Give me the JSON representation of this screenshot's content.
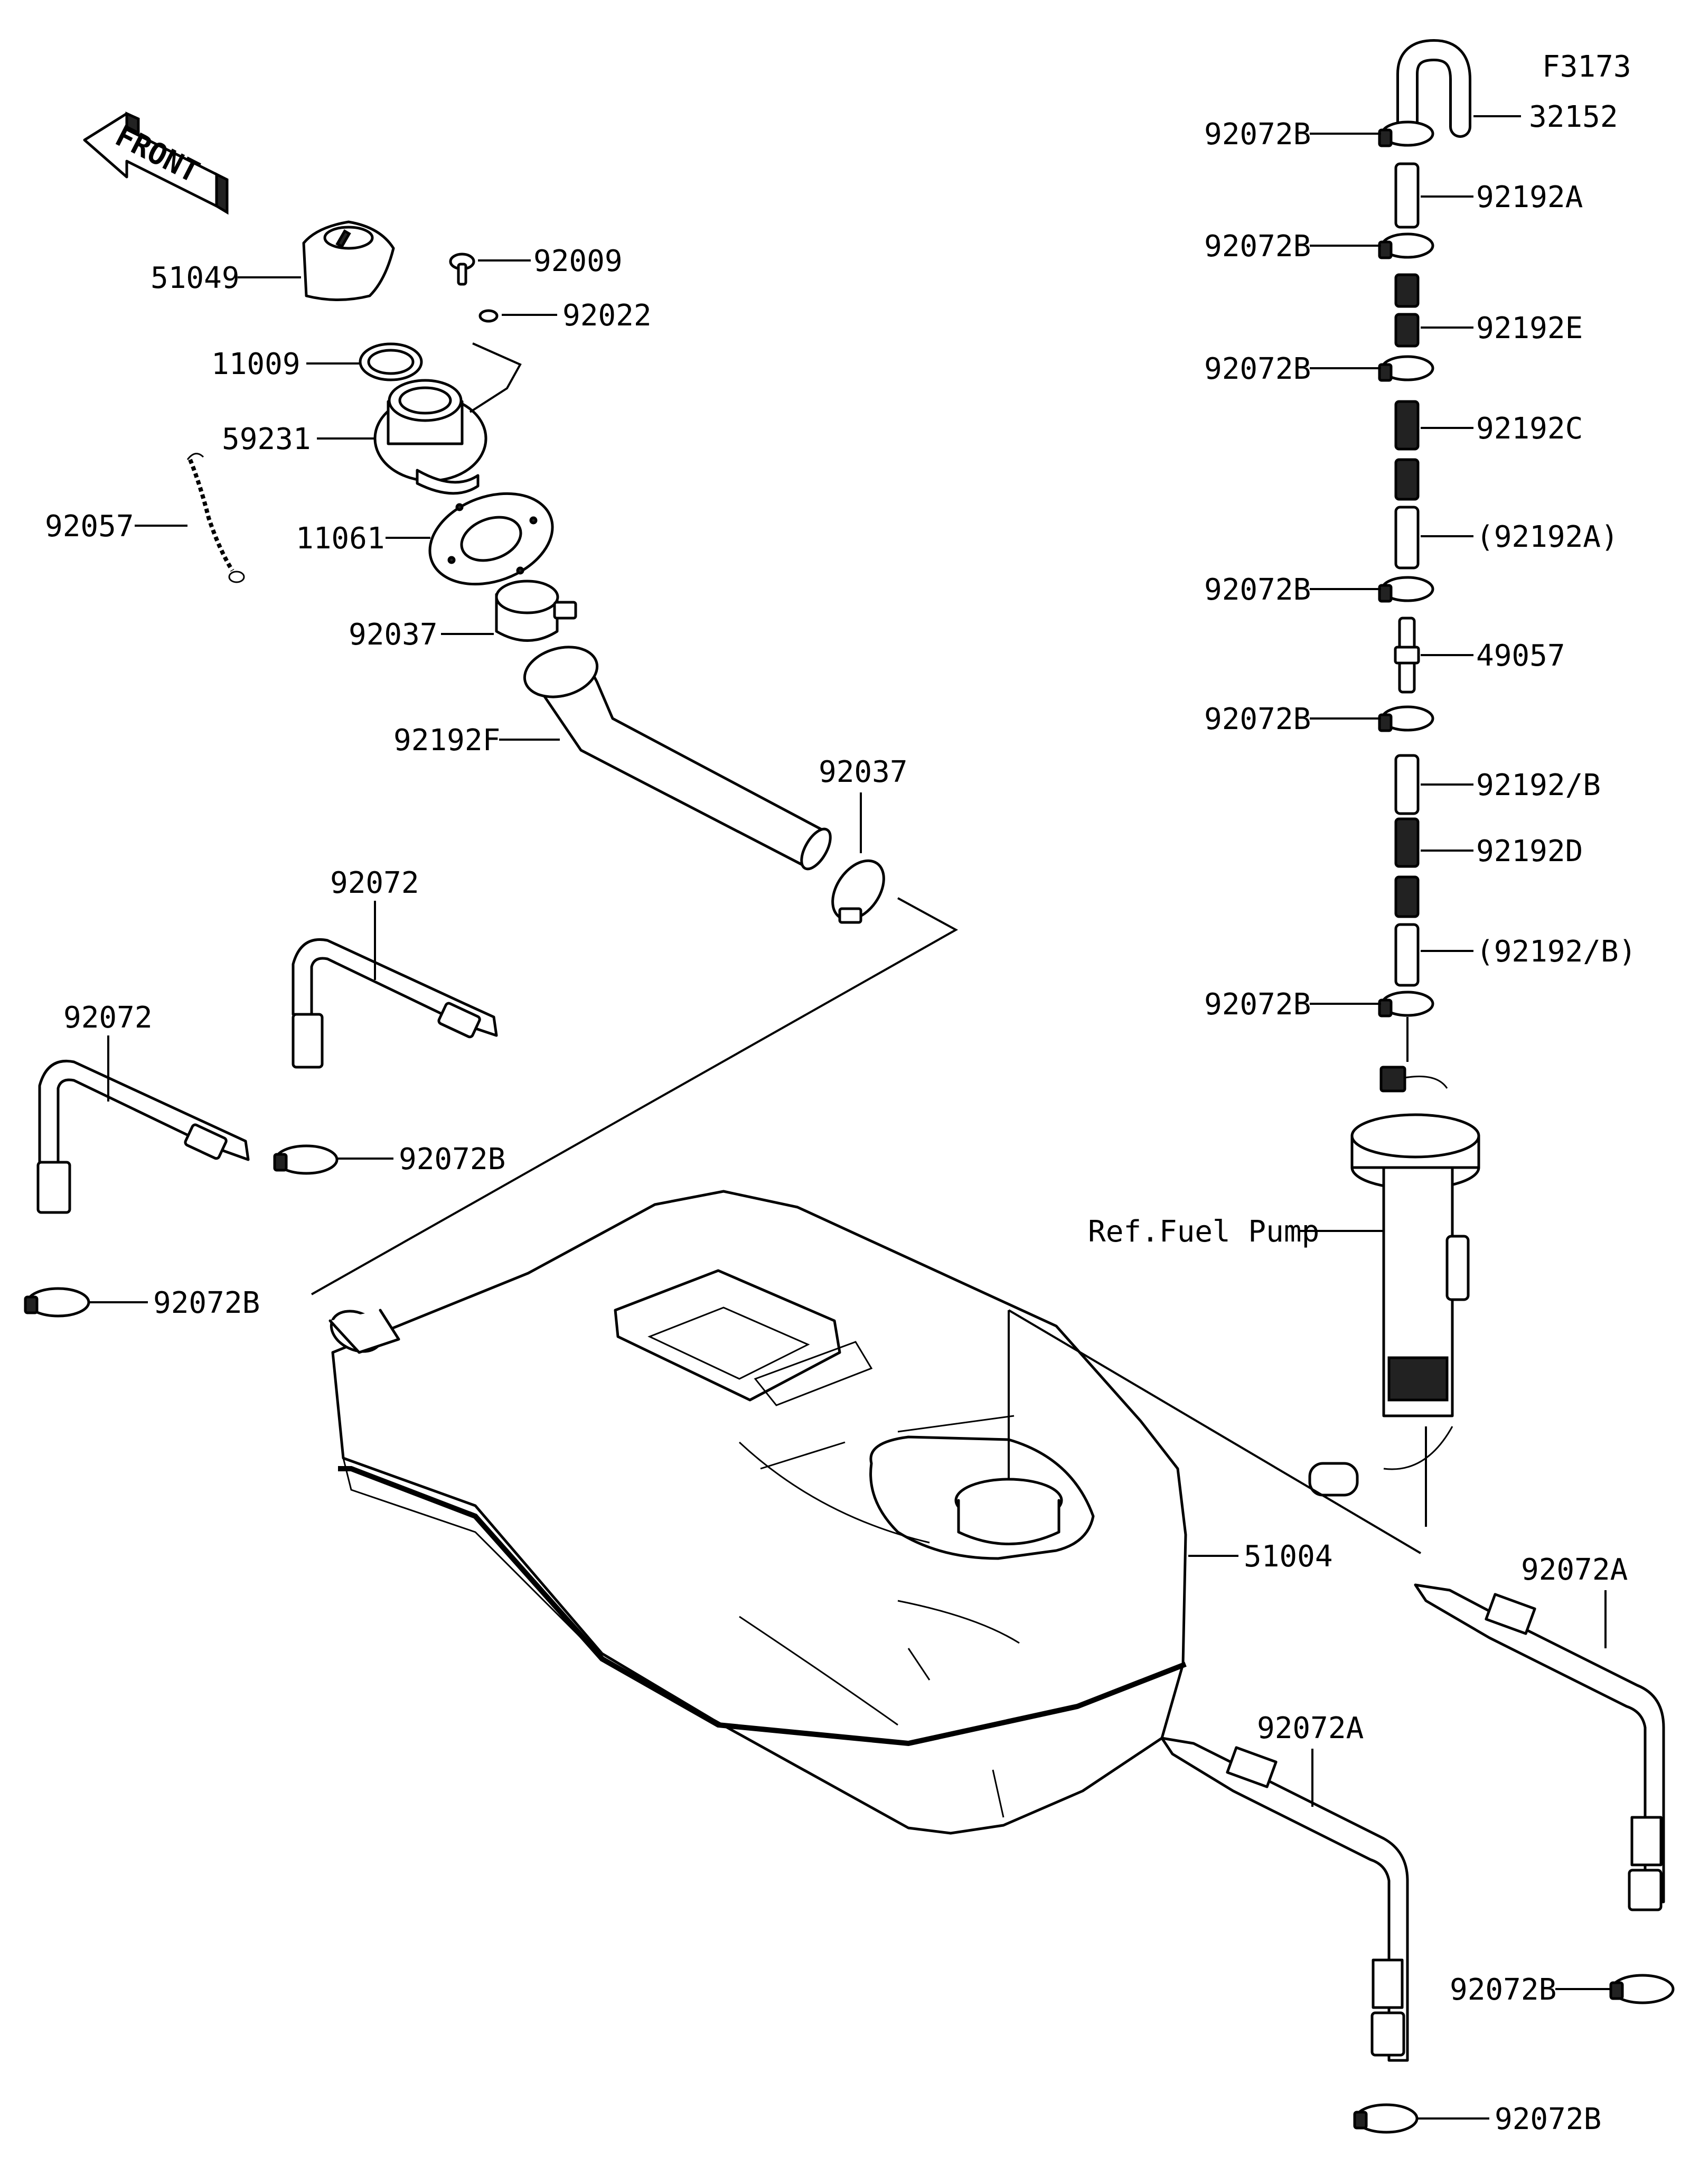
{
  "figure_code": "F3173",
  "front_label": "FRONT",
  "labels": {
    "p32152": "32152",
    "p92072B_1": "92072B",
    "p92192A": "92192A",
    "p92072B_2": "92072B",
    "p92192E": "92192E",
    "p92072B_3": "92072B",
    "p92192C": "92192C",
    "p92192A_ref": "(92192A)",
    "p92072B_4": "92072B",
    "p49057": "49057",
    "p92072B_5": "92072B",
    "p92192B": "92192/B",
    "p92192D": "92192D",
    "p92192B_ref": "(92192/B)",
    "p92072B_6": "92072B",
    "ref_fuel_pump": "Ref.Fuel Pump",
    "p51049": "51049",
    "p92009": "92009",
    "p92022": "92022",
    "p11009": "11009",
    "p59231": "59231",
    "p92057": "92057",
    "p11061": "11061",
    "p92037_1": "92037",
    "p92192F": "92192F",
    "p92037_2": "92037",
    "p92072_1": "92072",
    "p92072_2": "92072",
    "p92072B_7": "92072B",
    "p92072B_8": "92072B",
    "p51004": "51004",
    "p92072A_1": "92072A",
    "p92072A_2": "92072A",
    "p92072B_9": "92072B",
    "p92072B_10": "92072B"
  }
}
